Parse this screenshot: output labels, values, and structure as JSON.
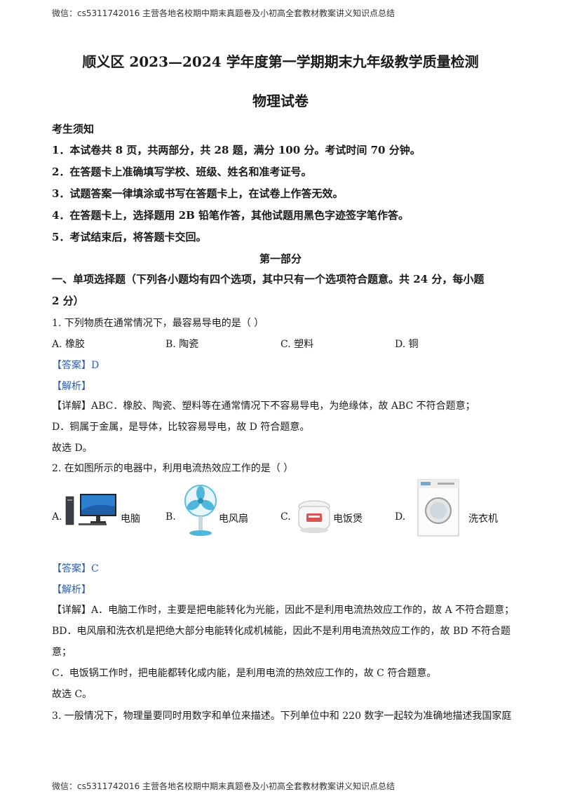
{
  "header": "微信：cs5311742016 主营各地名校期中期末真题卷及小初高全套教材教案讲义知识点总结",
  "footer": "微信：cs5311742016 主营各地名校期中期末真题卷及小初高全套教材教案讲义知识点总结",
  "title": "顺义区 2023—2024 学年度第一学期期末九年级教学质量检测",
  "subtitle": "物理试卷",
  "notice": {
    "heading": "考生须知",
    "items": [
      "1．本试卷共 8 页，共两部分，共 28 题，满分 100 分。考试时间 70 分钟。",
      "2．在答题卡上准确填写学校、班级、姓名和准考证号。",
      "3．试题答案一律填涂或书写在答题卡上，在试卷上作答无效。",
      "4．在答题卡上，选择题用 2B 铅笔作答，其他试题用黑色字迹签字笔作答。",
      "5．考试结束后，将答题卡交回。"
    ]
  },
  "part_heading": "第一部分",
  "section_heading": {
    "line1": "一、单项选择题（下列各小题均有四个选项，其中只有一个选项符合题意。共 24 分，每小题",
    "line2": "2 分）"
  },
  "q1": {
    "stem": "1. 下列物质在通常情况下，最容易导电的是（        ）",
    "options": [
      "A. 橡胶",
      "B. 陶瓷",
      "C. 塑料",
      "D. 铜"
    ],
    "answer": "【答案】D",
    "analysis": "【解析】",
    "detail": [
      "【详解】ABC．橡胶、陶瓷、塑料等在通常情况下不容易导电，为绝缘体，故 ABC 不符合题意；",
      "D．铜属于金属，是导体，比较容易导电，故 D 符合题意。",
      "故选 D。"
    ]
  },
  "q2": {
    "stem": "2. 在如图所示的电器中，利用电流热效应工作的是（        ）",
    "options": [
      {
        "letter": "A.",
        "label": "电脑",
        "icon": "computer-icon"
      },
      {
        "letter": "B.",
        "label": "电风扇",
        "icon": "fan-icon"
      },
      {
        "letter": "C.",
        "label": "电饭煲",
        "icon": "rice-cooker-icon"
      },
      {
        "letter": "D.",
        "label": "洗衣机",
        "icon": "washing-machine-icon"
      }
    ],
    "answer": "【答案】C",
    "analysis": "【解析】",
    "detail": [
      "【详解】A．电脑工作时，主要是把电能转化为光能，因此不是利用电流热效应工作的，故 A 不符合题意；",
      "BD．电风扇和洗衣机是把绝大部分电能转化成机械能，因此不是利用电流热效应工作的，故 BD 不符合题",
      "意；",
      "C．电饭锅工作时，把电能都转化成内能，是利用电流的热效应工作的，故 C 符合题意。",
      "故选 C。"
    ]
  },
  "q3": {
    "stem": "3. 一般情况下，物理量要同时用数字和单位来描述。下列单位中和 220 数字一起较为准确地描述我国家庭"
  }
}
